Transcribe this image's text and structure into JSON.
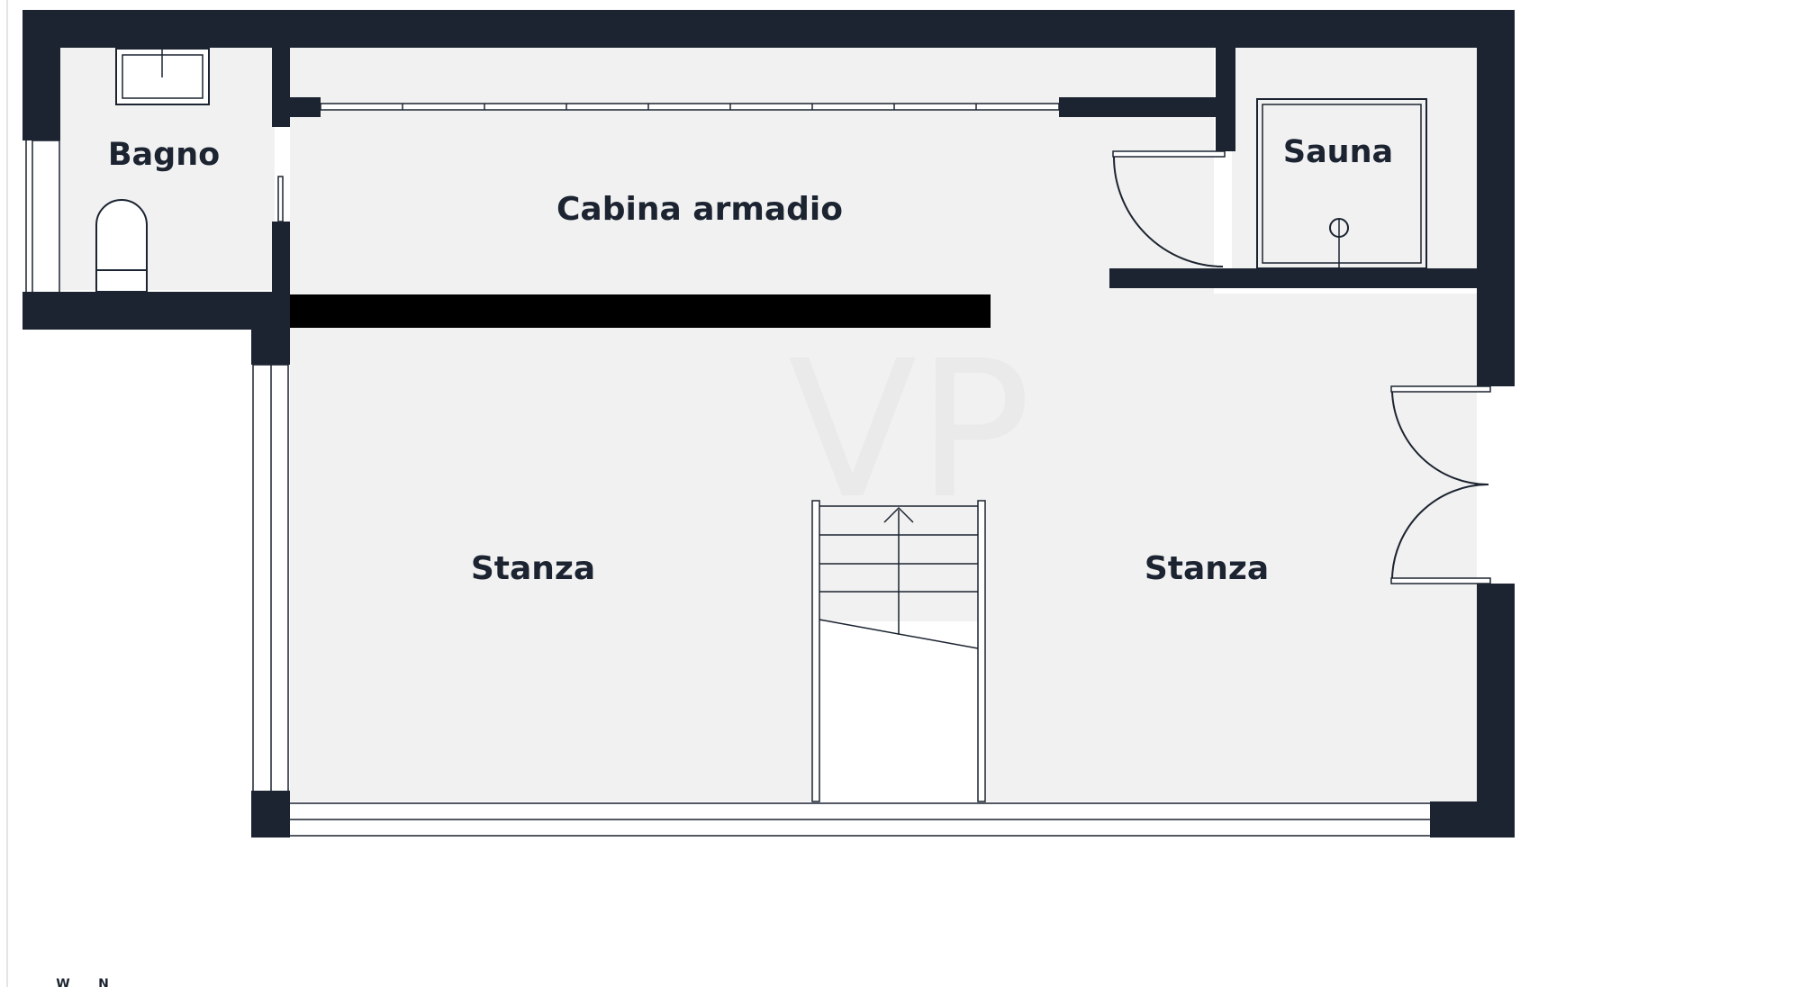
{
  "rooms": {
    "bagno": "Bagno",
    "cabina": "Cabina armadio",
    "sauna": "Sauna",
    "stanza_left": "Stanza",
    "stanza_right": "Stanza"
  },
  "compass": {
    "west": "W",
    "north": "N"
  },
  "watermark": "VP",
  "colors": {
    "wall": "#1c2431",
    "floor": "#f1f1f1"
  }
}
